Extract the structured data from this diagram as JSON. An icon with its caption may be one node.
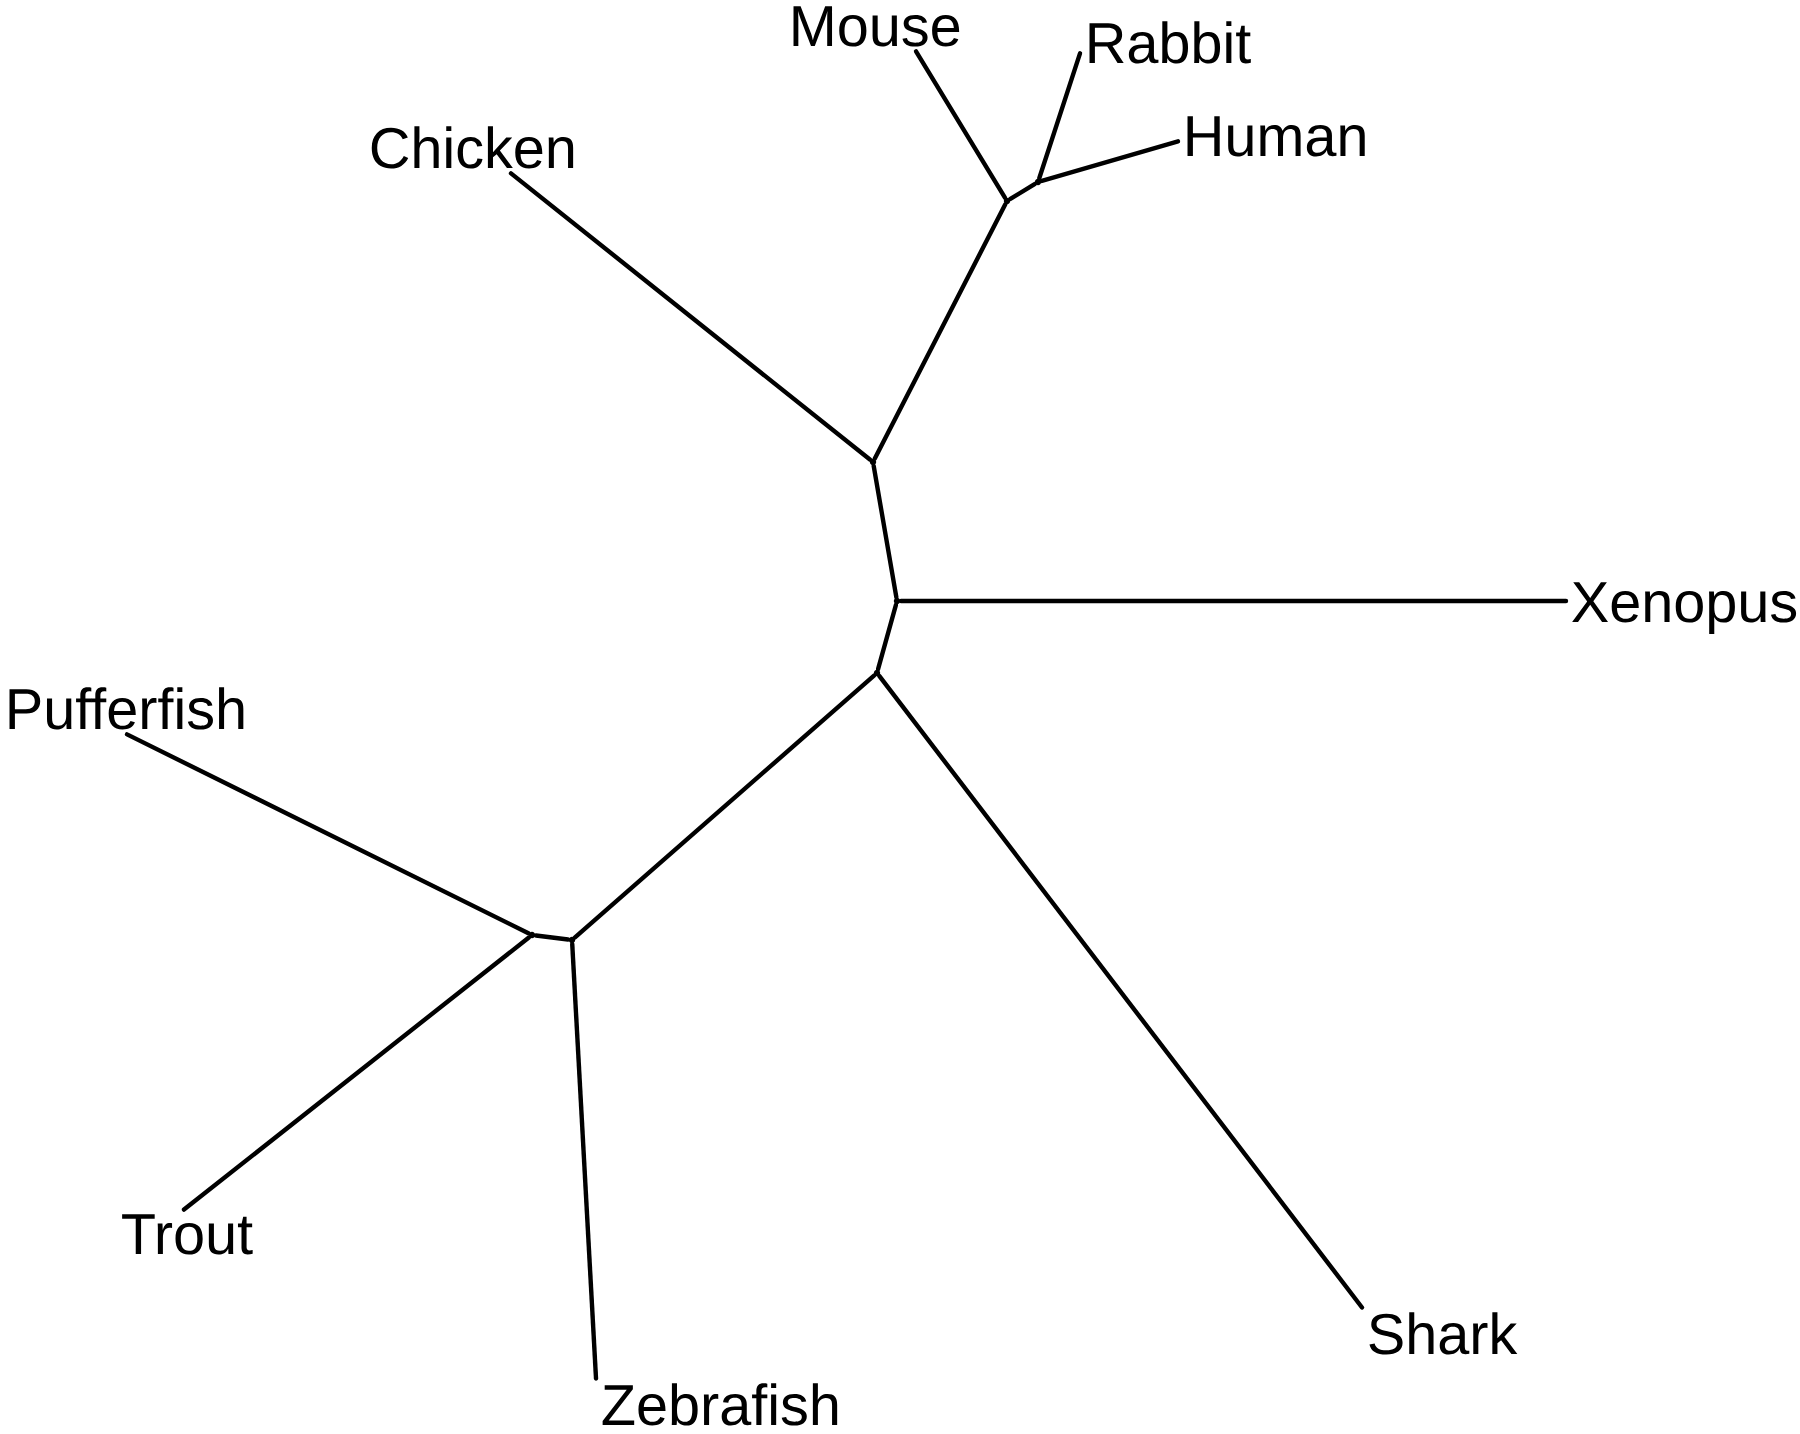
{
  "diagram": {
    "nodes": [
      {
        "text": [
          "Mouse"
        ]
      },
      {
        "text": [
          "Rabbit"
        ]
      },
      {
        "text": [
          "Chicken"
        ]
      },
      {
        "text": [
          "Human"
        ]
      },
      {
        "text": [
          "Xenopus"
        ]
      },
      {
        "text": [
          "Pufferfish"
        ]
      },
      {
        "text": [
          "Trout"
        ]
      },
      {
        "text": [
          "Shark"
        ]
      },
      {
        "text": [
          "Zebrafish"
        ]
      },
      {
        "text": [],
        "shape": "point"
      },
      {
        "text": [],
        "shape": "point"
      },
      {
        "text": [],
        "shape": "point"
      },
      {
        "text": [],
        "shape": "point"
      },
      {
        "text": [],
        "shape": "point"
      },
      {
        "text": [],
        "shape": "point"
      },
      {
        "text": [],
        "shape": "point"
      }
    ],
    "edges": [
      {
        "from": 0,
        "to": 10,
        "arrow": "none"
      },
      {
        "from": 1,
        "to": 9,
        "arrow": "none"
      },
      {
        "from": 3,
        "to": 9,
        "arrow": "none"
      },
      {
        "from": 9,
        "to": 10,
        "arrow": "none"
      },
      {
        "from": 10,
        "to": 11,
        "arrow": "none"
      },
      {
        "from": 2,
        "to": 11,
        "arrow": "none"
      },
      {
        "from": 11,
        "to": 12,
        "arrow": "none"
      },
      {
        "from": 12,
        "to": 4,
        "arrow": "none"
      },
      {
        "from": 12,
        "to": 13,
        "arrow": "none"
      },
      {
        "from": 13,
        "to": 7,
        "arrow": "none"
      },
      {
        "from": 13,
        "to": 15,
        "arrow": "none"
      },
      {
        "from": 15,
        "to": 14,
        "arrow": "none"
      },
      {
        "from": 15,
        "to": 8,
        "arrow": "none"
      },
      {
        "from": 14,
        "to": 5,
        "arrow": "none"
      },
      {
        "from": 14,
        "to": 6,
        "arrow": "none"
      }
    ]
  }
}
